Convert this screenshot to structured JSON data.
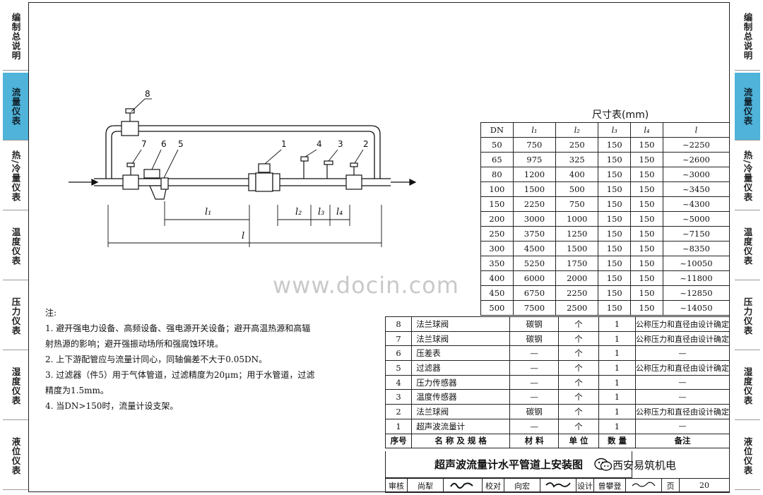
{
  "left_tabs": [
    {
      "label": "编制总说明",
      "active": false
    },
    {
      "label": "流量仪表",
      "active": true
    },
    {
      "label": "热/冷量仪表",
      "active": false
    },
    {
      "label": "温度仪表",
      "active": false
    },
    {
      "label": "压力仪表",
      "active": false
    },
    {
      "label": "湿度仪表",
      "active": false
    },
    {
      "label": "液位仪表",
      "active": false
    }
  ],
  "right_tabs": [
    {
      "label": "编制总说明",
      "active": false
    },
    {
      "label": "流量仪表",
      "active": true
    },
    {
      "label": "热/冷量仪表",
      "active": false
    },
    {
      "label": "温度仪表",
      "active": false
    },
    {
      "label": "压力仪表",
      "active": false
    },
    {
      "label": "湿度仪表",
      "active": false
    },
    {
      "label": "液位仪表",
      "active": false
    }
  ],
  "accent_color": "#4fb3da",
  "diagram": {
    "callouts": [
      "8",
      "7",
      "6",
      "5",
      "1",
      "4",
      "3",
      "2"
    ],
    "dims": {
      "l1": "l₁",
      "l2": "l₂",
      "l3": "l₃",
      "l4": "l₄",
      "l": "l"
    }
  },
  "notes": {
    "heading": "注:",
    "lines": [
      "1. 避开强电力设备、高频设备、强电源开关设备；避开高温热源和高辐",
      "    射热源的影响；避开强振动场所和强腐蚀环境。",
      "2. 上下游配管应与流量计同心，同轴偏差不大于0.05DN。",
      "3. 过滤器（件5）用于气体管道，过滤精度为20μm；用于水管道，过滤",
      "    精度为1.5mm。",
      "4. 当DN>150时，流量计设支架。"
    ]
  },
  "watermark": "www.docin.com",
  "dim_table": {
    "title": "尺寸表(mm)",
    "headers": [
      "DN",
      "l₁",
      "l₂",
      "l₃",
      "l₄",
      "l"
    ],
    "rows": [
      [
        "50",
        "750",
        "250",
        "150",
        "150",
        "~2250"
      ],
      [
        "65",
        "975",
        "325",
        "150",
        "150",
        "~2600"
      ],
      [
        "80",
        "1200",
        "400",
        "150",
        "150",
        "~3000"
      ],
      [
        "100",
        "1500",
        "500",
        "150",
        "150",
        "~3450"
      ],
      [
        "150",
        "2250",
        "750",
        "150",
        "150",
        "~4300"
      ],
      [
        "200",
        "3000",
        "1000",
        "150",
        "150",
        "~5000"
      ],
      [
        "250",
        "3750",
        "1250",
        "150",
        "150",
        "~7150"
      ],
      [
        "300",
        "4500",
        "1500",
        "150",
        "150",
        "~8350"
      ],
      [
        "350",
        "5250",
        "1750",
        "150",
        "150",
        "~10050"
      ],
      [
        "400",
        "6000",
        "2000",
        "150",
        "150",
        "~11800"
      ],
      [
        "450",
        "6750",
        "2250",
        "150",
        "150",
        "~12850"
      ],
      [
        "500",
        "7500",
        "2500",
        "150",
        "150",
        "~14050"
      ]
    ]
  },
  "parts_table": {
    "rows": [
      [
        "8",
        "法兰球阀",
        "碳钢",
        "个",
        "1",
        "公称压力和直径由设计确定"
      ],
      [
        "7",
        "法兰球阀",
        "碳钢",
        "个",
        "1",
        "公称压力和直径由设计确定"
      ],
      [
        "6",
        "压差表",
        "—",
        "个",
        "1",
        "—"
      ],
      [
        "5",
        "过滤器",
        "—",
        "个",
        "1",
        "公称压力和直径由设计确定"
      ],
      [
        "4",
        "压力传感器",
        "—",
        "个",
        "1",
        "—"
      ],
      [
        "3",
        "温度传感器",
        "—",
        "个",
        "1",
        "—"
      ],
      [
        "2",
        "法兰球阀",
        "碳钢",
        "个",
        "1",
        "公称压力和直径由设计确定"
      ],
      [
        "1",
        "超声波流量计",
        "—",
        "个",
        "1",
        "—"
      ]
    ],
    "headers": [
      "序号",
      "名 称 及 规 格",
      "材 料",
      "单 位",
      "数 量",
      "备注"
    ]
  },
  "title_block": {
    "title": "超声波流量计水平管道上安装图",
    "wechat": "西安易筑机电",
    "sign_row": [
      "审核",
      "尚犁",
      "校对",
      "向宏",
      "设计",
      "曾攀登",
      "页",
      "20"
    ],
    "signatures": [
      "审核签名",
      "校对签名",
      "设计签名"
    ]
  }
}
